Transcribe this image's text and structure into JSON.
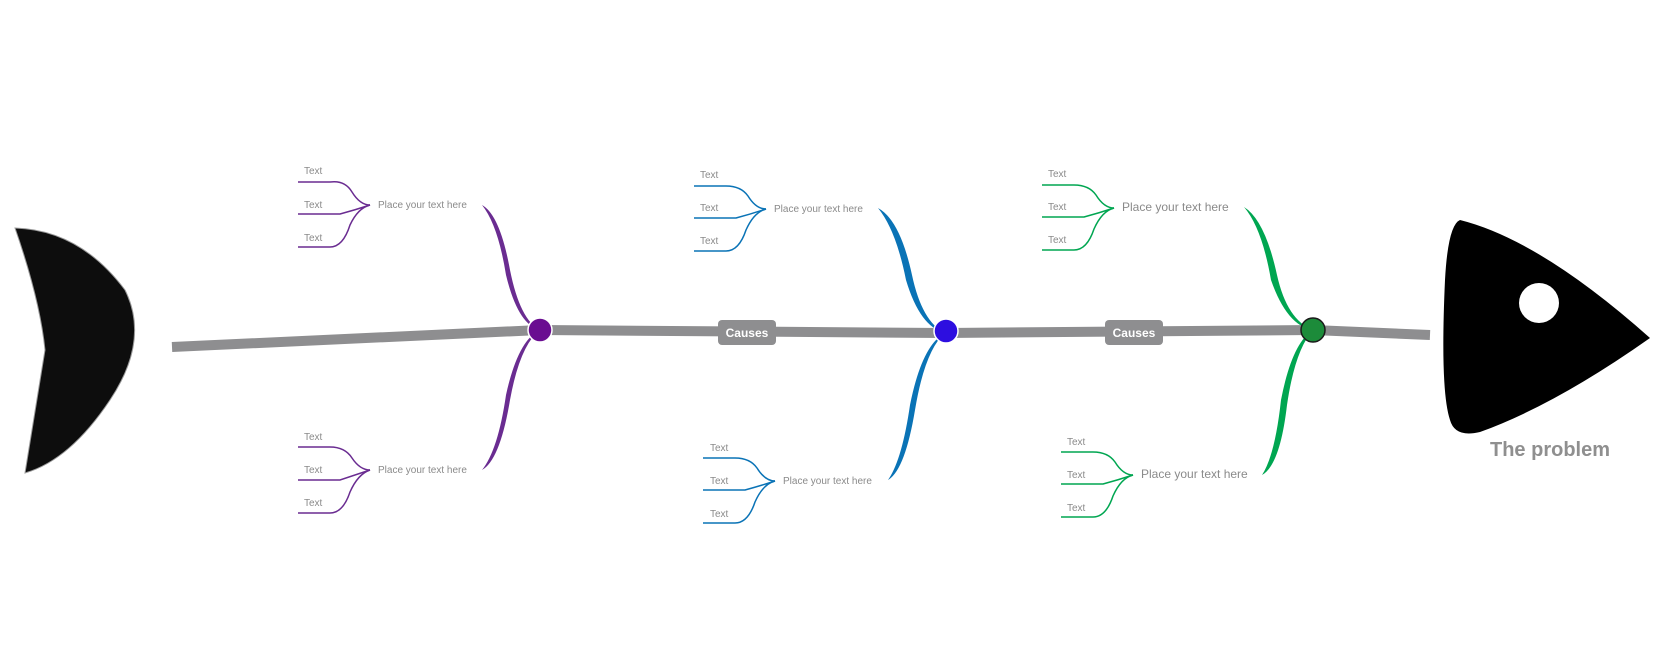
{
  "diagram": {
    "problem_label": "The problem",
    "connector_labels": [
      "Causes",
      "Causes"
    ],
    "colors": {
      "spine": "#8e8e90",
      "purple": "#6a2c91",
      "blue": "#0a73b6",
      "green": "#00a651",
      "node_purple": "#6a0d91",
      "node_blue": "#2d0ee0",
      "node_green": "#1c8b3a",
      "fish_body": "#0d0d0d"
    },
    "branches": [
      {
        "color": "purple",
        "top": {
          "cause": "Place your text here",
          "leaves": [
            "Text",
            "Text",
            "Text"
          ]
        },
        "bottom": {
          "cause": "Place your text here",
          "leaves": [
            "Text",
            "Text",
            "Text"
          ]
        }
      },
      {
        "color": "blue",
        "top": {
          "cause": "Place your text here",
          "leaves": [
            "Text",
            "Text",
            "Text"
          ]
        },
        "bottom": {
          "cause": "Place your text here",
          "leaves": [
            "Text",
            "Text",
            "Text"
          ]
        }
      },
      {
        "color": "green",
        "top": {
          "cause": "Place your text here",
          "leaves": [
            "Text",
            "Text",
            "Text"
          ]
        },
        "bottom": {
          "cause": "Place your text here",
          "leaves": [
            "Text",
            "Text",
            "Text"
          ]
        }
      }
    ]
  }
}
